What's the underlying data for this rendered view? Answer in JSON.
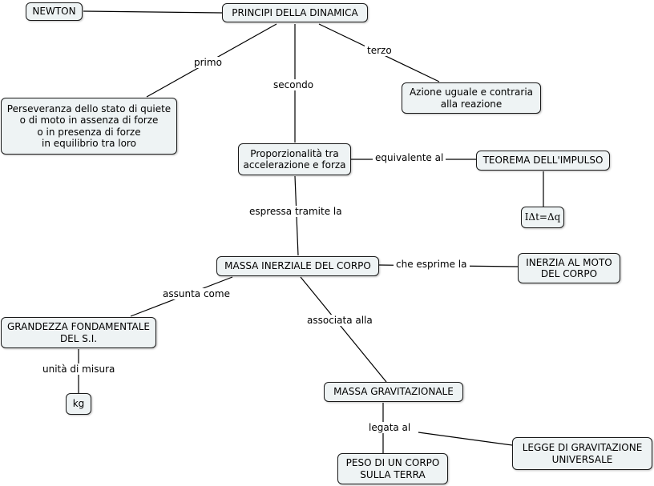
{
  "nodes": {
    "newton": "NEWTON",
    "principi": "PRINCIPI DELLA DINAMICA",
    "perseveranza": "Perseveranza dello stato di quiete\no di moto in assenza di forze\no in presenza di forze\nin equilibrio tra loro",
    "azione": "Azione uguale e contraria\nalla reazione",
    "proporzionalita": "Proporzionalità tra\naccelerazione e forza",
    "impulso": "TEOREMA DELL'IMPULSO",
    "formula": "IΔt=Δq",
    "massa_inerziale": "MASSA INERZIALE DEL CORPO",
    "inerzia": "INERZIA AL MOTO\nDEL CORPO",
    "grandezza": "GRANDEZZA FONDAMENTALE\nDEL S.I.",
    "kg": "kg",
    "massa_grav": "MASSA GRAVITAZIONALE",
    "peso": "PESO DI UN CORPO\nSULLA TERRA",
    "legge": "LEGGE DI GRAVITAZIONE\nUNIVERSALE"
  },
  "links": {
    "primo": "primo",
    "secondo": "secondo",
    "terzo": "terzo",
    "equivalente": "equivalente al",
    "espressa": "espressa tramite la",
    "esprime": "che esprime la",
    "assunta": "assunta come",
    "associata": "associata alla",
    "unita": "unità di misura",
    "legata": "legata al"
  }
}
